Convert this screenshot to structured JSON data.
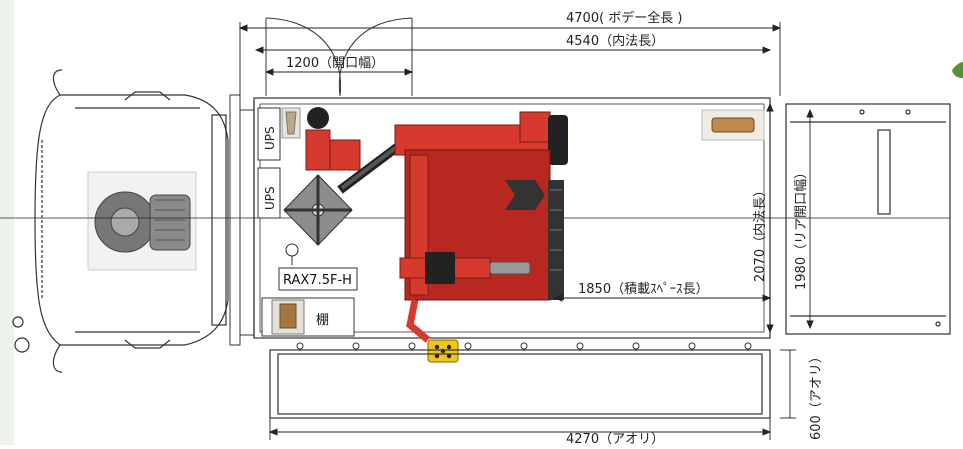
{
  "dimensions": {
    "overall_length": "4700( ボデー全長 )",
    "inner_length": "4540（内法長）",
    "door_width": "1200（開口幅）",
    "load_space_length": "1850（積載ｽﾍﾟｰｽ長）",
    "inner_width": "2070（内法長）",
    "rear_opening_width": "1980（リア開口幅）",
    "gate_length": "4270（アオリ）",
    "gate_width": "600（アオリ）"
  },
  "labels": {
    "model": "RAX7.5F-H",
    "shelf": "棚",
    "ups_top": "UPS",
    "ups_bottom": "UPS"
  },
  "colors": {
    "machine_red": "#d63a2f",
    "deck_red": "#b82820",
    "dimension_line": "#222222",
    "outline": "#333333",
    "accent_green": "#5a8f3a",
    "yellow_panel": "#f0c419"
  }
}
